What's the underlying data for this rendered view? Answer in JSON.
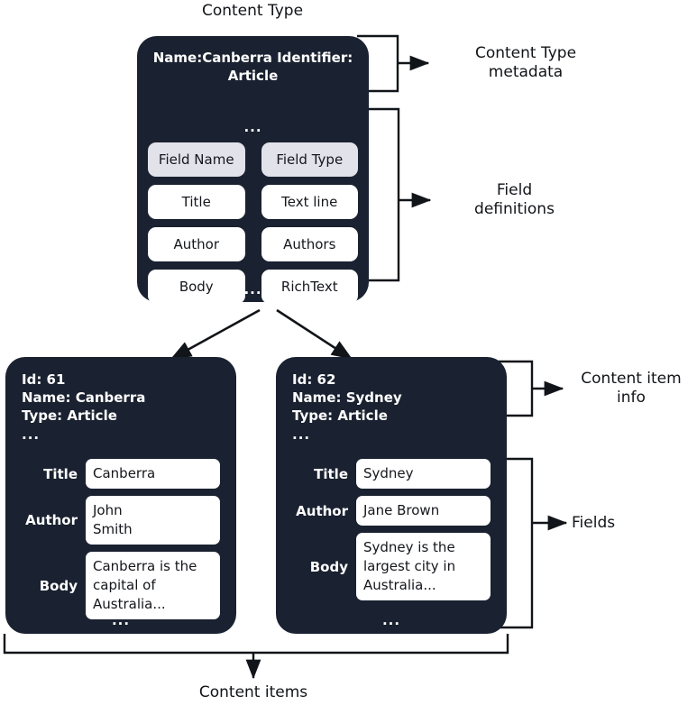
{
  "diagram": {
    "title_top": "Content Type",
    "title_bottom": "Content items",
    "colors": {
      "card_background": "#1a2130",
      "card_text": "#ffffff",
      "value_box": "#ffffff",
      "header_box": "#e2e2ea",
      "line": "#111418",
      "page_background": "#ffffff"
    }
  },
  "content_type": {
    "metadata": "Name:Canberra\nIdentifier: Article",
    "ellipsis": "...",
    "field_table": {
      "headers": [
        "Field Name",
        "Field Type"
      ],
      "rows": [
        [
          "Title",
          "Text line"
        ],
        [
          "Author",
          "Authors"
        ],
        [
          "Body",
          "RichText"
        ]
      ]
    },
    "bottom_ellipsis": "..."
  },
  "annotations": {
    "content_type_metadata": "Content Type\nmetadata",
    "field_definitions": "Field\ndefinitions",
    "content_item_info": "Content item\ninfo",
    "fields": "Fields"
  },
  "content_items": [
    {
      "info": "Id: 61\nName: Canberra\nType: Article",
      "info_ellipsis": "...",
      "fields": [
        {
          "label": "Title",
          "value": "Canberra"
        },
        {
          "label": "Author",
          "value": "John\nSmith"
        },
        {
          "label": "Body",
          "value": "Canberra is the\ncapital of\nAustralia..."
        }
      ],
      "bottom_ellipsis": "..."
    },
    {
      "info": "Id: 62\nName: Sydney\nType: Article",
      "info_ellipsis": "...",
      "fields": [
        {
          "label": "Title",
          "value": "Sydney"
        },
        {
          "label": "Author",
          "value": "Jane Brown"
        },
        {
          "label": "Body",
          "value": "Sydney is the\nlargest city in\nAustralia..."
        }
      ],
      "bottom_ellipsis": "..."
    }
  ]
}
